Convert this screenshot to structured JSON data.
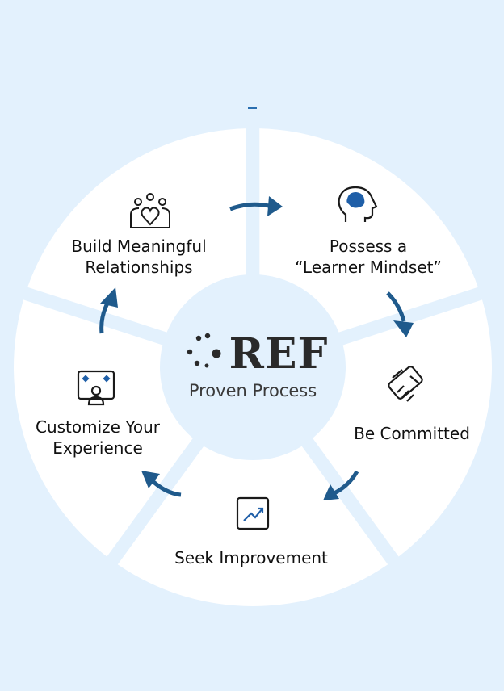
{
  "diagram": {
    "title_brand": "REF",
    "subtitle": "Proven Process",
    "colors": {
      "background": "#e3f1fd",
      "segment": "#ffffff",
      "arrow": "#1f5a8c",
      "icon": "#1a1a1a",
      "brain_fill": "#1f5fa8"
    },
    "steps": [
      {
        "label_line1": "Build Meaningful",
        "label_line2": "Relationships",
        "icon": "people-heart-icon"
      },
      {
        "label_line1": "Possess a",
        "label_line2": "“Learner Mindset”",
        "icon": "brain-head-icon"
      },
      {
        "label_line1": "Be Committed",
        "label_line2": "",
        "icon": "handshake-icon"
      },
      {
        "label_line1": "Seek Improvement",
        "label_line2": "",
        "icon": "trend-chart-icon"
      },
      {
        "label_line1": "Customize Your",
        "label_line2": "Experience",
        "icon": "user-screen-icon"
      }
    ]
  }
}
